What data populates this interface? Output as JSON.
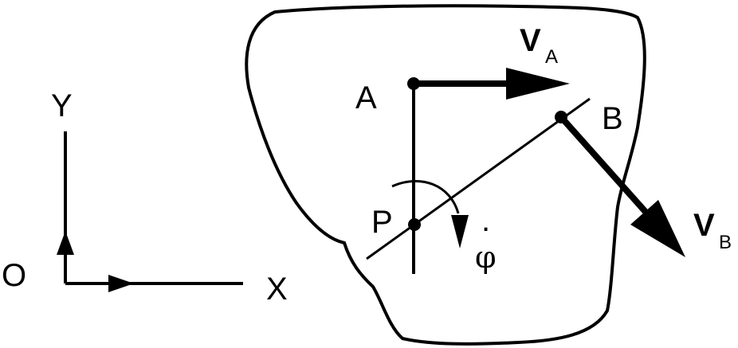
{
  "axes": {
    "y_label": "Y",
    "x_label": "X",
    "origin_label": "O"
  },
  "points": {
    "a": "A",
    "b": "B",
    "p": "P"
  },
  "velocity_a": {
    "symbol": "V",
    "subscript": "A"
  },
  "velocity_b": {
    "symbol": "V",
    "subscript": "B"
  },
  "angular_velocity": {
    "symbol": "φ",
    "dot": "."
  },
  "colors": {
    "ink": "#000000",
    "background": "#ffffff"
  }
}
